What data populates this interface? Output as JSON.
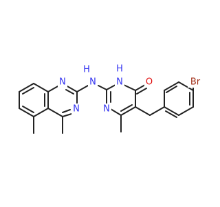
{
  "colors": {
    "bond": "#222222",
    "nitrogen": "#2E2EF0",
    "oxygen": "#E01010",
    "bromine": "#A2301A",
    "background": "#FFFFFF"
  },
  "atom_labels": {
    "qN1": "N",
    "qN3": "N",
    "linkNH": "N",
    "linkH": "H",
    "pN1H": "N",
    "pN1H_H": "H",
    "pN3": "N",
    "carbonylO": "O",
    "bromine": "Br"
  }
}
